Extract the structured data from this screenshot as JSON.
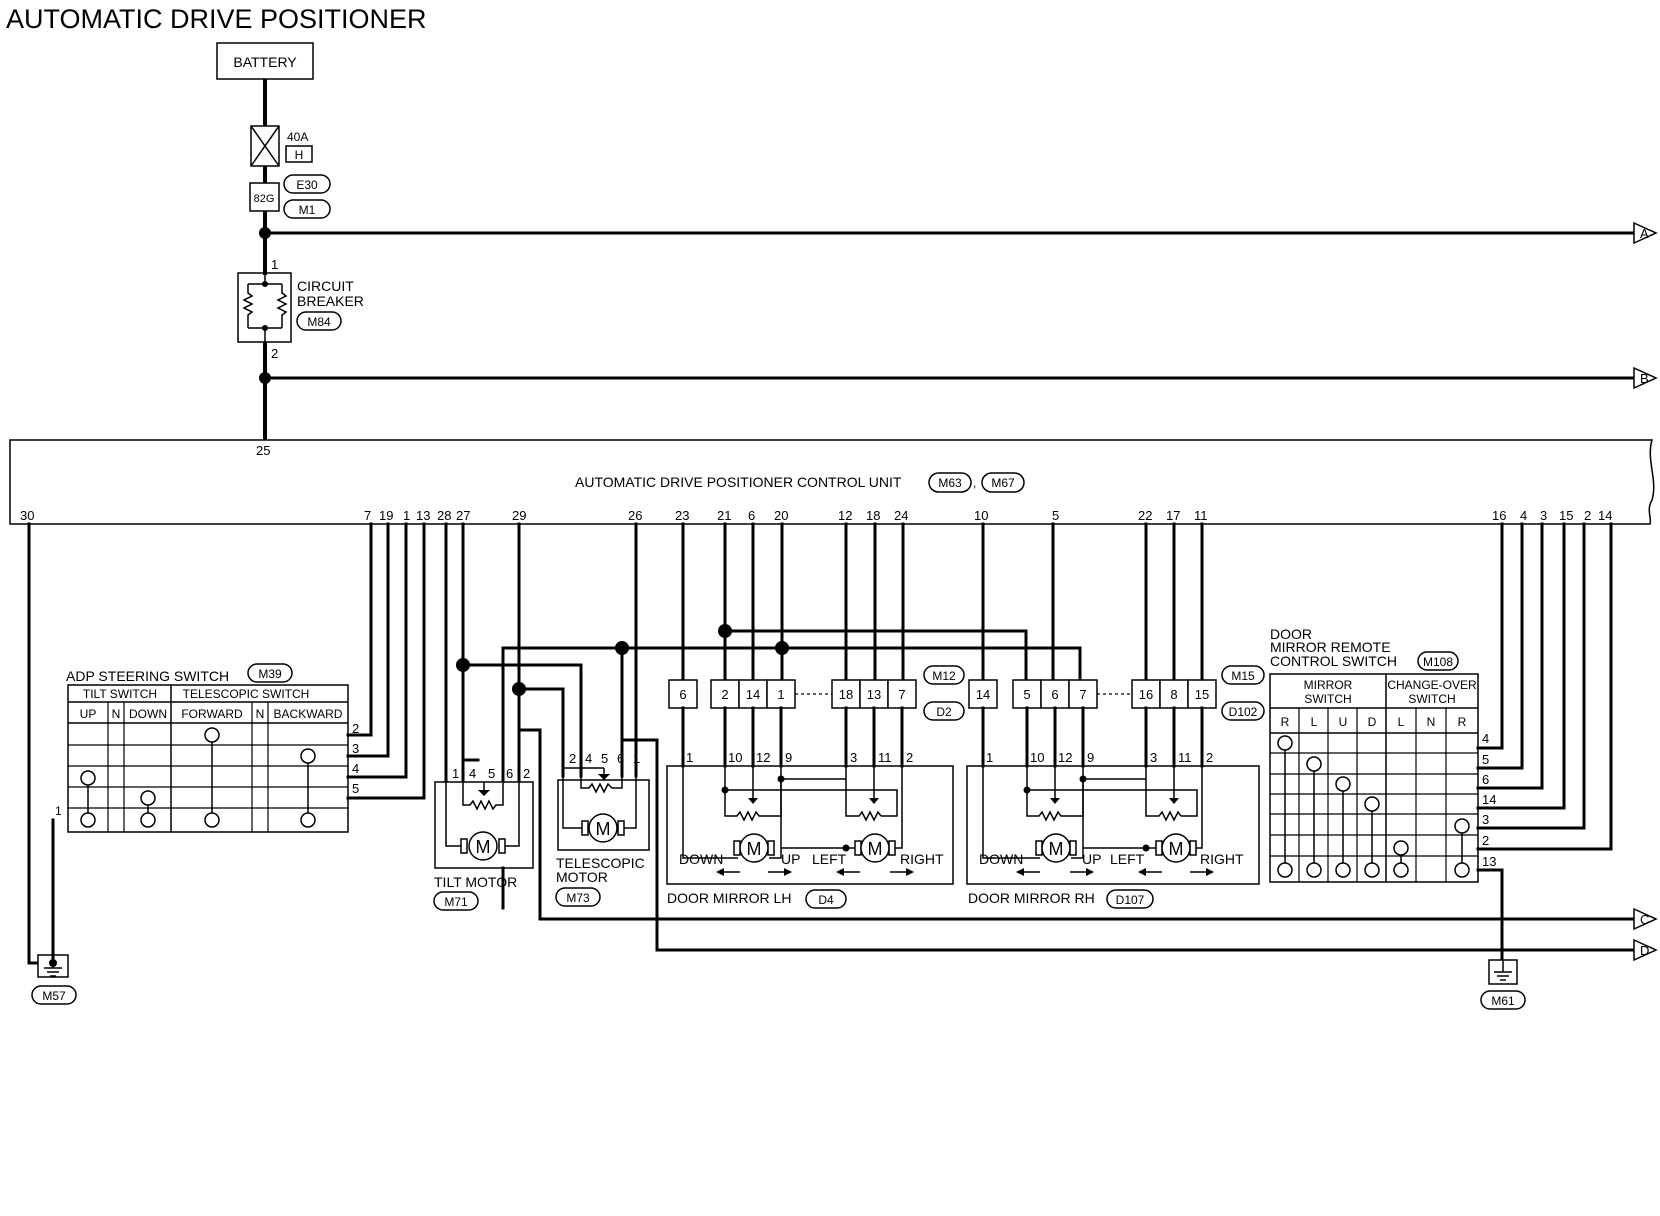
{
  "title": "AUTOMATIC DRIVE POSITIONER",
  "battery": "BATTERY",
  "fuse": {
    "rating": "40A",
    "letter": "H",
    "terminal": "82G"
  },
  "connectors_top": [
    "E30",
    "M1"
  ],
  "circuit_breaker": {
    "line1": "CIRCUIT",
    "line2": "BREAKER",
    "connector": "M84",
    "pin_in": "1",
    "pin_out": "2"
  },
  "control_unit": {
    "label": "AUTOMATIC DRIVE POSITIONER CONTROL UNIT",
    "connectors": [
      "M63",
      "M67"
    ],
    "sep": ",",
    "pin_top": "25"
  },
  "unit_pins": [
    "30",
    "7",
    "19",
    "1",
    "13",
    "28",
    "27",
    "29",
    "26",
    "23",
    "21",
    "6",
    "20",
    "12",
    "18",
    "24",
    "10",
    "5",
    "22",
    "17",
    "11",
    "16",
    "4",
    "3",
    "15",
    "2",
    "14"
  ],
  "off_page": [
    "A",
    "B",
    "C",
    "D"
  ],
  "adp_switch": {
    "label": "ADP STEERING SWITCH",
    "connector": "M39",
    "group1": "TILT SWITCH",
    "group2": "TELESCOPIC SWITCH",
    "cols": [
      "UP",
      "N",
      "DOWN",
      "FORWARD",
      "N",
      "BACKWARD"
    ],
    "pins": [
      "2",
      "3",
      "4",
      "5"
    ],
    "ground_pin": "1"
  },
  "tilt_motor": {
    "label": "TILT MOTOR",
    "connector": "M71",
    "pins": [
      "1",
      "4",
      "5",
      "6",
      "2"
    ],
    "motor": "M"
  },
  "tele_motor": {
    "line1": "TELESCOPIC",
    "line2": "MOTOR",
    "connector": "M73",
    "pins": [
      "2",
      "4",
      "5",
      "6",
      "1"
    ],
    "motor": "M"
  },
  "mirror_lh": {
    "label": "DOOR MIRROR LH",
    "connector": "D4",
    "conn_a": "M12",
    "conn_b": "D2",
    "joint_pins": [
      "6",
      "2",
      "14",
      "1",
      "18",
      "13",
      "7"
    ],
    "pins": [
      "1",
      "10",
      "12",
      "9",
      "3",
      "11",
      "2"
    ],
    "dirs": [
      "DOWN",
      "UP",
      "LEFT",
      "RIGHT"
    ]
  },
  "mirror_rh": {
    "label": "DOOR MIRROR RH",
    "connector": "D107",
    "conn_a": "M15",
    "conn_b": "D102",
    "joint_pins": [
      "14",
      "5",
      "6",
      "7",
      "16",
      "8",
      "15"
    ],
    "pins": [
      "1",
      "10",
      "12",
      "9",
      "3",
      "11",
      "2"
    ],
    "dirs": [
      "DOWN",
      "UP",
      "LEFT",
      "RIGHT"
    ]
  },
  "remote_switch": {
    "line1": "DOOR",
    "line2": "MIRROR REMOTE",
    "line3": "CONTROL SWITCH",
    "connector": "M108",
    "mirror_hdr": [
      "MIRROR",
      "SWITCH"
    ],
    "change_hdr": [
      "CHANGE-OVER",
      "SWITCH"
    ],
    "cols": [
      "R",
      "L",
      "U",
      "D",
      "L",
      "N",
      "R"
    ],
    "pins": [
      "4",
      "5",
      "6",
      "14",
      "3",
      "2",
      "13"
    ]
  },
  "grounds": [
    "M57",
    "M61"
  ]
}
